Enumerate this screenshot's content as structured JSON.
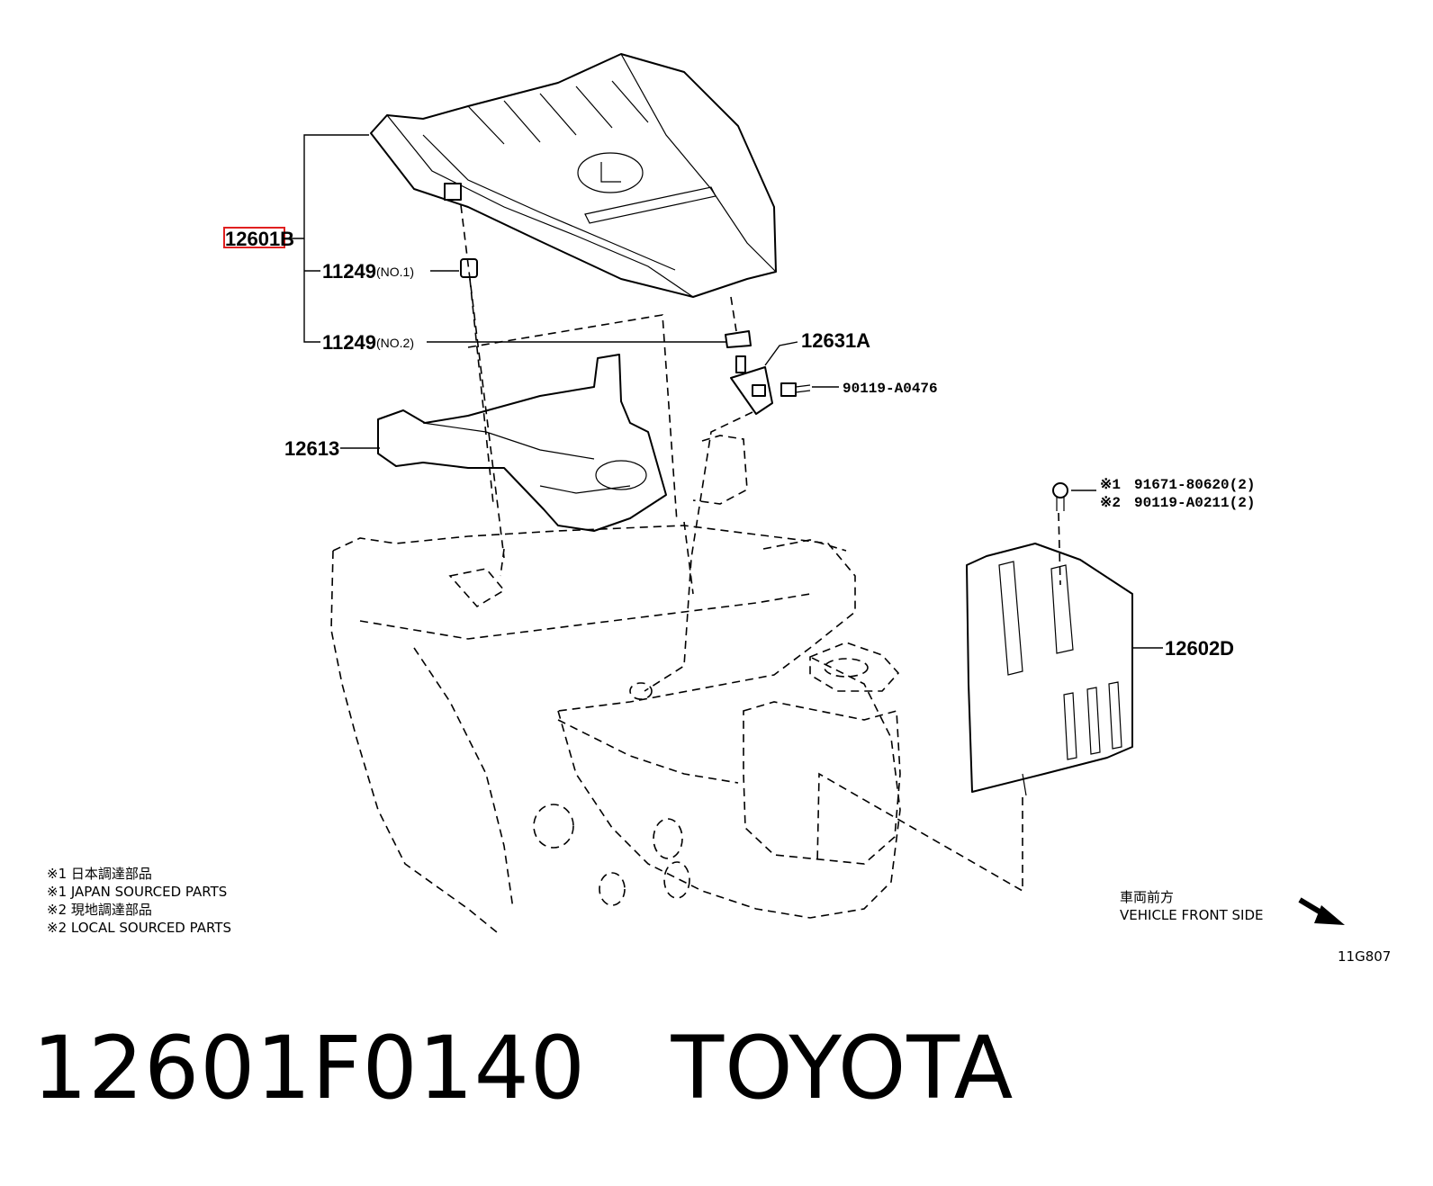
{
  "parts": {
    "engine_cover": {
      "number": "12601B",
      "highlighted": true
    },
    "cushion_no1": {
      "number": "11249",
      "suffix": "(NO.1)"
    },
    "cushion_no2": {
      "number": "11249",
      "suffix": "(NO.2)"
    },
    "bracket": {
      "number": "12631A"
    },
    "bolt": {
      "number": "90119-A0476"
    },
    "intake_cover": {
      "number": "12613"
    },
    "side_cover": {
      "number": "12602D"
    },
    "clip_1": {
      "mark": "※1",
      "number": "91671-80620(2)"
    },
    "clip_2": {
      "mark": "※2",
      "number": "90119-A0211(2)"
    }
  },
  "notes": [
    "※1  日本調達部品",
    "※1  JAPAN SOURCED PARTS",
    "※2  現地調達部品",
    "※2  LOCAL SOURCED PARTS"
  ],
  "front_side": {
    "jp": "車両前方",
    "en": "VEHICLE FRONT SIDE"
  },
  "figure_code": "11G807",
  "caption": {
    "part_number": "12601F0140",
    "brand": "TOYOTA"
  },
  "colors": {
    "highlight": "#e02020",
    "line": "#000000",
    "background": "#ffffff"
  },
  "icons": [
    "arrow-front-icon",
    "lexus-logo-icon"
  ]
}
